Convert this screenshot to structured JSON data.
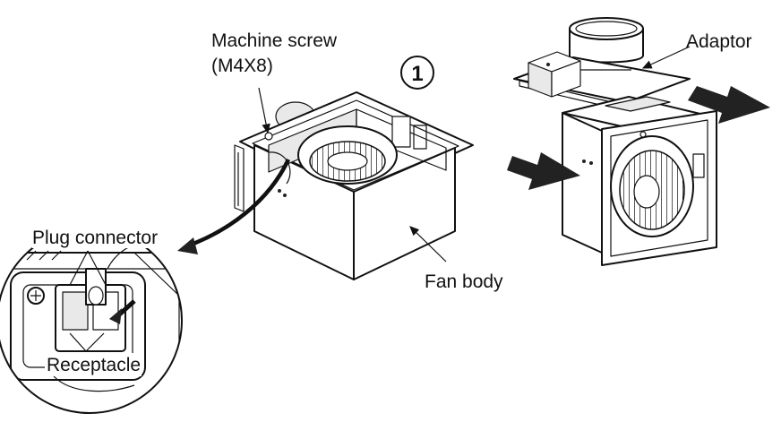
{
  "labels": {
    "machine_screw_line1": "Machine screw",
    "machine_screw_line2": "(M4X8)",
    "step_number": "1",
    "adaptor": "Adaptor",
    "plug_connector": "Plug connector",
    "fan_body": "Fan body",
    "receptacle": "Receptacle"
  },
  "icons": {
    "step_badge": "circled-number-icon",
    "direction_arrows": "bold-arrow-icon"
  },
  "colors": {
    "ink": "#111111",
    "background": "#ffffff",
    "arrow_fill": "#222222"
  }
}
